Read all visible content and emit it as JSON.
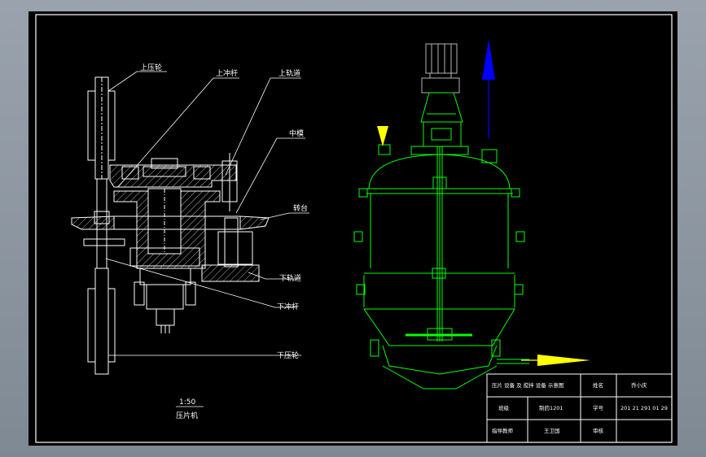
{
  "labels": {
    "upper_press_wheel": "上压轮",
    "upper_punch_rod": "上冲杆",
    "upper_track": "上轨道",
    "middle_die": "中模",
    "die_table": "转台",
    "lower_track": "下轨道",
    "lower_punch_rod": "下冲杆",
    "lower_press_wheel": "下压轮"
  },
  "scale_note": {
    "scale": "1:50",
    "name": "压片机"
  },
  "title_block": {
    "rows": [
      [
        "压片 设备 及 搅拌 设备 示意图",
        "姓名",
        "乔小庆"
      ],
      [
        "班级",
        "制药1201",
        "学号",
        "201 21 291 01 29"
      ],
      [
        "指导教师",
        "王卫国",
        "审核",
        ""
      ]
    ]
  },
  "colors": {
    "background": "#000000",
    "frame": "#ffffff",
    "press": "#ffffff",
    "vessel": "#00ff00",
    "motor": "#b4b4b4",
    "arrow_up": "#0000ff",
    "arrow_right": "#ffff00"
  }
}
